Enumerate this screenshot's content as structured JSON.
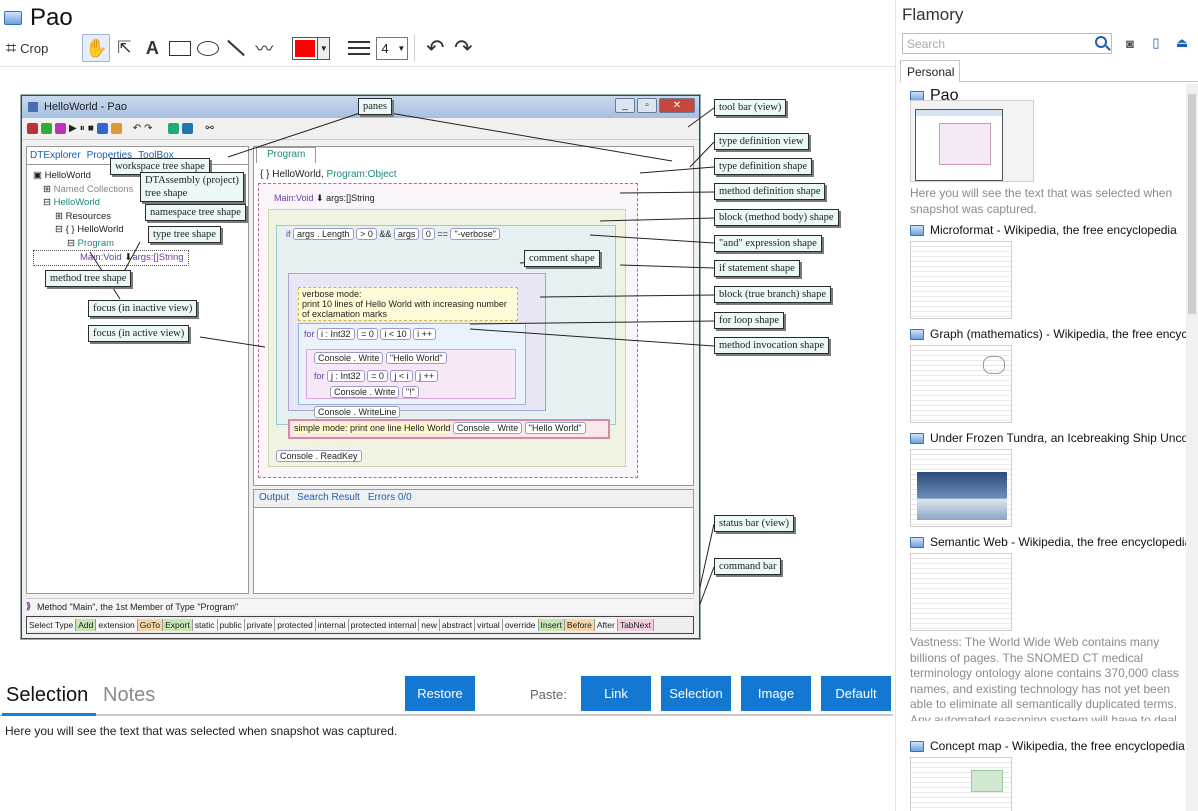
{
  "app": {
    "title": "Pao"
  },
  "toolbar": {
    "crop_label": "Crop",
    "text_tool_label": "A",
    "stroke_color": "#ff0000",
    "line_width": "4"
  },
  "screenshot": {
    "window_title": "HelloWorld - Pao",
    "left_tabs": [
      "DTExplorer",
      "Properties",
      "ToolBox"
    ],
    "tree": {
      "root": "HelloWorld",
      "named_collections": "Named Collections",
      "assembly": "HelloWorld",
      "resources": "Resources",
      "namespace": "HelloWorld",
      "program": "Program",
      "method": "Main:Void",
      "args": "args:[]String"
    },
    "program_tab": "Program",
    "code_header_class": "HelloWorld",
    "code_header_type": "Program:Object",
    "method_sig_name": "Main:Void",
    "method_sig_args": "args:[]String",
    "code": {
      "if_kw": "if",
      "cond_a": "args . Length",
      "cond_b": "> 0",
      "and": "&&",
      "cond_c": "args",
      "cond_d": "0",
      "cond_e": "==",
      "cond_f": "\"-verbose\"",
      "comment_1": "verbose mode:",
      "comment_2": "print 10 lines of Hello World with increasing number",
      "comment_3": "of exclamation marks",
      "for_kw": "for",
      "for1_init": "i : Int32",
      "for1_eq": "= 0",
      "for1_cond": "i < 10",
      "for1_inc": "i ++",
      "write_call": "Console . Write",
      "hello_arg": "\"Hello World\"",
      "for2_init": "j : Int32",
      "for2_eq": "= 0",
      "for2_cond": "j < i",
      "for2_inc": "j ++",
      "bang_arg": "\"!\"",
      "writeline_call": "Console . WriteLine",
      "simple_comment": "simple mode: print one line Hello World",
      "readkey_call": "Console . ReadKey"
    },
    "output_tabs": [
      "Output",
      "Search Result",
      "Errors 0/0"
    ],
    "status_text": "Method \"Main\", the 1st Member of Type \"Program\"",
    "commands": [
      "Select Type",
      "Add",
      "extension",
      "GoTo",
      "Export",
      "static",
      "public",
      "private",
      "protected",
      "internal",
      "protected internal",
      "new",
      "abstract",
      "virtual",
      "override",
      "Insert",
      "Before",
      "After",
      "TabNext"
    ],
    "callouts": {
      "panes": "panes",
      "tool_bar": "tool bar (view)",
      "type_def_view": "type definition view",
      "type_def_shape": "type definition shape",
      "workspace_tree": "workspace tree shape",
      "dtassembly_1": "DTAssembly (project)",
      "dtassembly_2": "tree shape",
      "method_def": "method definition shape",
      "namespace_tree": "namespace tree shape",
      "block_body": "block (method body) shape",
      "type_tree": "type tree shape",
      "and_expr": "\"and\" expression shape",
      "comment_shape": "comment shape",
      "if_stmt": "if statement shape",
      "method_tree": "method tree shape",
      "block_true": "block (true branch) shape",
      "focus_inactive": "focus (in inactive view)",
      "for_loop": "for loop shape",
      "focus_active": "focus (in active view)",
      "method_invocation": "method invocation shape",
      "status_bar": "status bar (view)",
      "command_bar": "command bar"
    }
  },
  "bottom": {
    "tab_selection": "Selection",
    "tab_notes": "Notes",
    "restore_label": "Restore",
    "paste_label": "Paste:",
    "link_label": "Link",
    "selection_label": "Selection",
    "image_label": "Image",
    "default_label": "Default",
    "selected_text": "Here you will see the text that was selected when snapshot was captured."
  },
  "sidebar": {
    "title": "Flamory",
    "search_placeholder": "Search",
    "tab_personal": "Personal",
    "items": [
      {
        "title": "Pao",
        "desc": "Here you will see the text that was selected when snapshot was captured."
      },
      {
        "title": "Microformat - Wikipedia, the free encyclopedia"
      },
      {
        "title": "Graph (mathematics) - Wikipedia, the free encyclopedia"
      },
      {
        "title": "Under Frozen Tundra, an Icebreaking Ship Uncovers..."
      },
      {
        "title": "Semantic Web - Wikipedia, the free encyclopedia",
        "desc": "Vastness: The World Wide Web contains many billions of pages. The SNOMED CT medical terminology ontology alone contains 370,000 class names, and existing technology has not yet been able to eliminate all semantically duplicated terms. Any automated reasoning system will have to deal with truly huge inputs."
      },
      {
        "title": "Concept map - Wikipedia, the free encyclopedia"
      }
    ]
  }
}
